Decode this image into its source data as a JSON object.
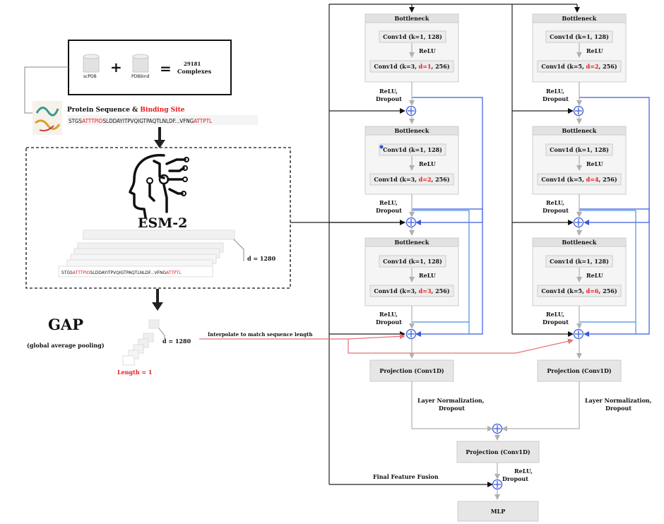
{
  "dataset": {
    "db1": "scPDB",
    "plus": "+",
    "db2": "PDBbind",
    "equals": "=",
    "count": "29181",
    "complexes": "Complexes"
  },
  "protein": {
    "label": "Protein Sequence & ",
    "binding_site": "Binding Site",
    "seq_prefix": "STGS",
    "seq_red1": "ATTTPID",
    "seq_mid": "SLDDAYITPVQIGTPAQTLNLDF...VFNG",
    "seq_red2": "ATTPTL"
  },
  "esm": {
    "title": "ESM-2",
    "dim": "d = 1280"
  },
  "gap": {
    "title": "GAP",
    "subtitle": "(global average pooling)",
    "dim": "d = 1280",
    "length": "Length = 1",
    "interp": "Interpolate to match sequence length"
  },
  "branch_left": {
    "blocks": [
      {
        "title": "Bottleneck",
        "conv1": "Conv1d (k=1, 128)",
        "relu": "ReLU",
        "conv2_a": "Conv1d (k=3, ",
        "conv2_d": "d=1",
        "conv2_b": ", 256)"
      },
      {
        "title": "Bottleneck",
        "conv1": "Conv1d (k=1, 128)",
        "relu": "ReLU",
        "conv2_a": "Conv1d (k=3, ",
        "conv2_d": "d=2",
        "conv2_b": ", 256)"
      },
      {
        "title": "Bottleneck",
        "conv1": "Conv1d (k=1, 128)",
        "relu": "ReLU",
        "conv2_a": "Conv1d (k=3, ",
        "conv2_d": "d=3",
        "conv2_b": ", 256)"
      }
    ],
    "relu_line1": "ReLU,",
    "relu_line2": "Dropout",
    "projection": "Projection (Conv1D)",
    "norm_line1": "Layer Normalization,",
    "norm_line2": "Dropout"
  },
  "branch_right": {
    "blocks": [
      {
        "title": "Bottleneck",
        "conv1": "Conv1d (k=1, 128)",
        "relu": "ReLU",
        "conv2_a": "Conv1d (k=5, ",
        "conv2_d": "d=2",
        "conv2_b": ", 256)"
      },
      {
        "title": "Bottleneck",
        "conv1": "Conv1d (k=1, 128)",
        "relu": "ReLU",
        "conv2_a": "Conv1d (k=5, ",
        "conv2_d": "d=4",
        "conv2_b": ", 256)"
      },
      {
        "title": "Bottleneck",
        "conv1": "Conv1d (k=1, 128)",
        "relu": "ReLU",
        "conv2_a": "Conv1d (k=5, ",
        "conv2_d": "d=6",
        "conv2_b": ", 256)"
      }
    ],
    "relu_line1": "ReLU,",
    "relu_line2": "Dropout",
    "projection": "Projection (Conv1D)",
    "norm_line1": "Layer Normalization,",
    "norm_line2": "Dropout"
  },
  "fusion": {
    "projection": "Projection (Conv1D)",
    "relu_line1": "ReLU,",
    "relu_line2": "Dropout",
    "final": "Final Feature Fusion",
    "mlp": "MLP"
  },
  "colors": {
    "accent_red": "#e8181f",
    "line_blue": "#3b5bdb",
    "line_lightblue": "#4a90e2",
    "block_gray": "#e6e6e6",
    "arrow_gray": "#b4b4b4"
  }
}
